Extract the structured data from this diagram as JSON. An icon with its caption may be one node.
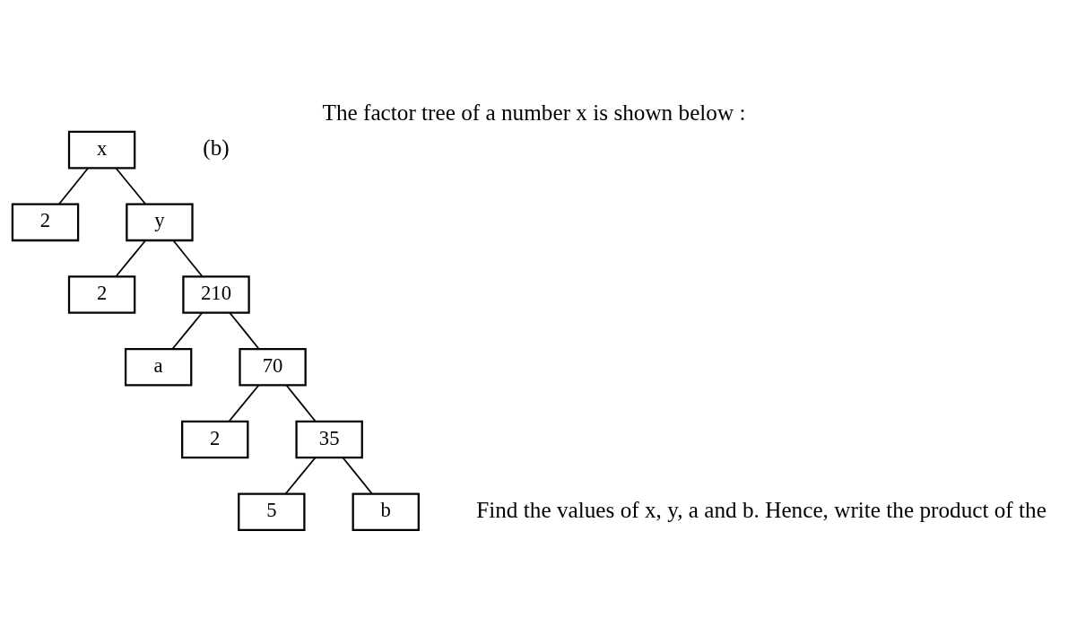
{
  "diagram": {
    "title": "The factor tree of a number x is shown below :",
    "nodes": [
      {
        "text": [
          "x"
        ]
      },
      {
        "text": [
          "2"
        ]
      },
      {
        "text": [
          "y"
        ]
      },
      {
        "text": [
          "2"
        ]
      },
      {
        "text": [
          "210"
        ]
      },
      {
        "text": [
          "a"
        ]
      },
      {
        "text": [
          "70"
        ]
      },
      {
        "text": [
          "2"
        ]
      },
      {
        "text": [
          "35"
        ]
      },
      {
        "text": [
          "5"
        ]
      },
      {
        "text": [
          "b"
        ]
      }
    ],
    "edges": [
      {
        "from": 0,
        "to": 1,
        "arrow": "none"
      },
      {
        "from": 0,
        "to": 2,
        "arrow": "none"
      },
      {
        "from": 2,
        "to": 3,
        "arrow": "none"
      },
      {
        "from": 2,
        "to": 4,
        "arrow": "none"
      },
      {
        "from": 4,
        "to": 5,
        "arrow": "none"
      },
      {
        "from": 4,
        "to": 6,
        "arrow": "none"
      },
      {
        "from": 6,
        "to": 7,
        "arrow": "none"
      },
      {
        "from": 6,
        "to": 8,
        "arrow": "none"
      },
      {
        "from": 8,
        "to": 9,
        "arrow": "none"
      },
      {
        "from": 8,
        "to": 10,
        "arrow": "none"
      }
    ],
    "labels": [
      "(b)",
      "Find the values of x, y, a and b. Hence, write the product of the"
    ]
  }
}
